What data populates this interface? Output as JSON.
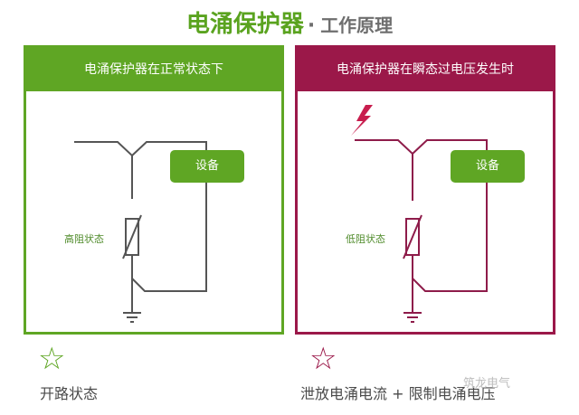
{
  "title": {
    "main": "电涌保护器",
    "separator": "·",
    "sub": "工作原理"
  },
  "left_panel": {
    "header": "电涌保护器在正常状态下",
    "device_label": "设备",
    "state_label": "高阻状态",
    "caption": "开路状态",
    "star_icon": "star-outline-icon",
    "color": "#5fa624"
  },
  "right_panel": {
    "header": "电涌保护器在瞬态过电压发生时",
    "device_label": "设备",
    "state_label": "低阻状态",
    "caption": "泄放电涌电流 + 限制电涌电压",
    "star_icon": "star-outline-icon",
    "lightning_icon": "lightning-bolt-icon",
    "color": "#9b1849"
  },
  "watermark": "筑龙电气"
}
